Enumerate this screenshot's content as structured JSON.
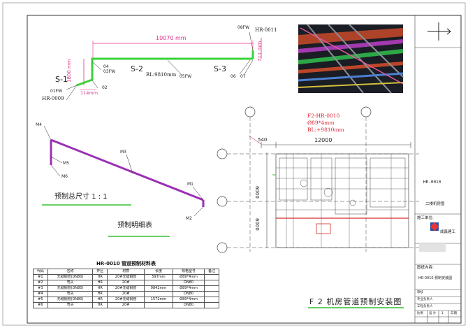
{
  "colors": {
    "pipe_green": "#3bd13b",
    "pipe_purple": "#9b30b5",
    "dim_pink": "#e0308a",
    "accent_red": "#d42a2a",
    "underline_green": "#34c034"
  },
  "top": {
    "length_dim": "10070 mm",
    "height_dim": "1800 mm",
    "small_dim": "114mm",
    "right_dim": "711 mm",
    "labels": {
      "s1": "S-1",
      "s2": "S-2",
      "s3": "S-3",
      "bl": "BL:9810mm",
      "p01": "01FW",
      "p02": "02",
      "p03": "03FW",
      "p04": "04",
      "p05": "05FW",
      "p06": "06",
      "p07": "07",
      "p08": "08FW",
      "hr_left": "HR-0009",
      "hr_right": "HR-0011"
    }
  },
  "isometric": {
    "m1": "M1",
    "m2": "M2",
    "m3": "M3",
    "m4": "M4",
    "m5": "M5",
    "m6": "M6",
    "size_label": "预制总尺寸  1 : 1",
    "detail_label": "预制明细表"
  },
  "plan": {
    "tag": "F2-HR-0010",
    "pipe": "Ø89*4mm",
    "bl": "BL:+9810mm",
    "dim_540": "540",
    "dim_12000": "12000",
    "dim_6000_a": "6000",
    "dim_6000_b": "6000",
    "title": "F 2 机房管道预制安装图"
  },
  "material_table": {
    "caption": "HR-0010 管道预制材料表",
    "headers": [
      "代码",
      "名称",
      "开区",
      "材质",
      "长度",
      "规格型号",
      "备注"
    ],
    "rows": [
      [
        "#1",
        "无缝钢管(DN80)",
        "HR",
        "20#无缝钢管",
        "597mm",
        "Ø89*4mm",
        ""
      ],
      [
        "#2",
        "弯头",
        "HR",
        "20#",
        "",
        "DN80",
        ""
      ],
      [
        "#3",
        "无缝钢管(DN80)",
        "HR",
        "20#无缝钢管",
        "9842mm",
        "Ø89*4mm",
        ""
      ],
      [
        "#4",
        "弯头",
        "HR",
        "20#",
        "",
        "DN80",
        ""
      ],
      [
        "#5",
        "无缝钢管(DN80)",
        "HR",
        "20#无缝钢管",
        "1572mm",
        "Ø89*4mm",
        ""
      ],
      [
        "#6",
        "弯头",
        "HR",
        "20#",
        "",
        "DN80",
        ""
      ]
    ]
  },
  "title_block": {
    "drawing_no": "HR-0010",
    "floor": "二楼机房图",
    "unit_label": "施工单位:",
    "company": "成鑫建工",
    "content_label": "图纸内容:",
    "content": "HR-0010 预制安装图",
    "sign_rows": [
      "审核",
      "专业负责人",
      "工程负责人"
    ],
    "scale_label": "比例",
    "page": "1",
    "page_label": "日期",
    "sheet_label": "设 计"
  }
}
